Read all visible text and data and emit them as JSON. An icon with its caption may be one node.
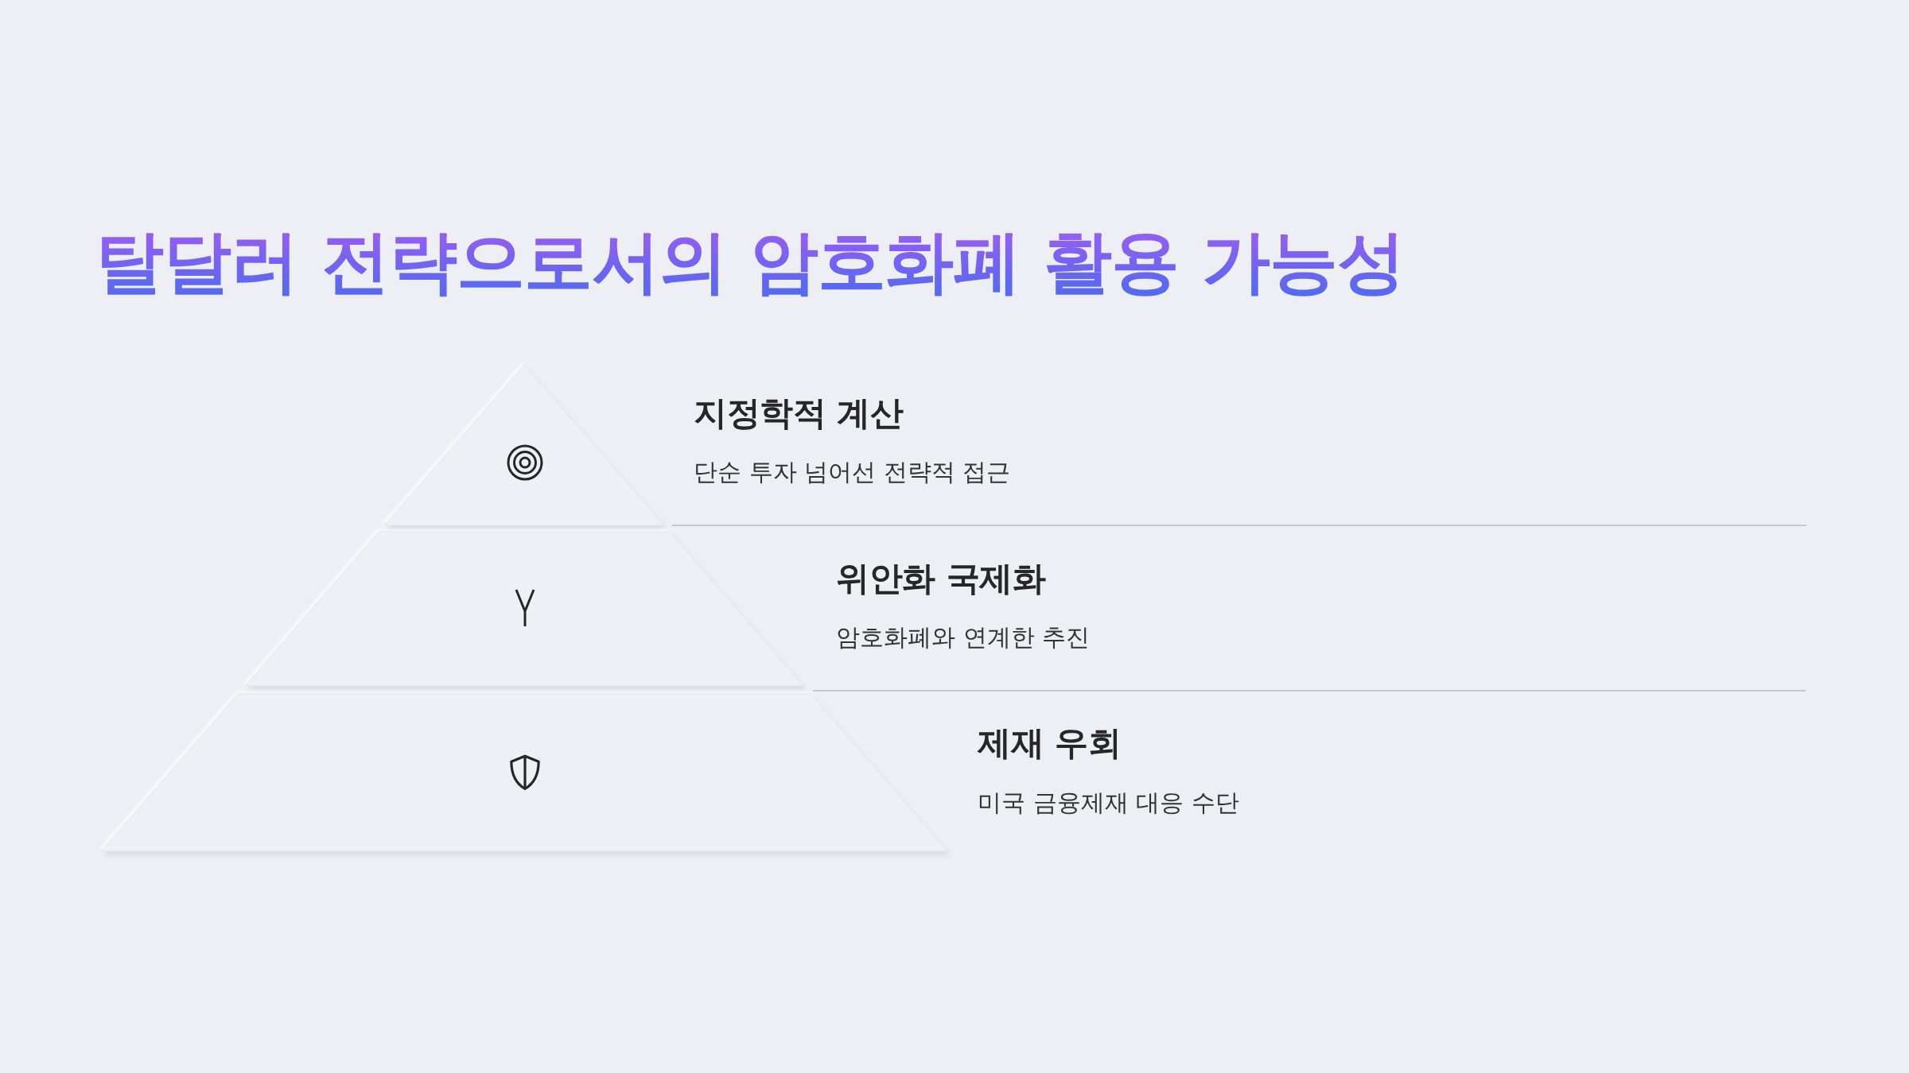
{
  "diagram": {
    "title": "탈달러 전략으로서의 암호화폐 활용 가능성",
    "nodes": [
      {
        "text": [
          "지정학적 계산",
          "단순 투자 넘어선 전략적 접근"
        ]
      },
      {
        "text": [
          "위안화 국제화",
          "암호화폐와 연계한 추진"
        ]
      },
      {
        "text": [
          "제재 우회",
          "미국 금융제재 대응 수단"
        ]
      }
    ],
    "edges": []
  }
}
